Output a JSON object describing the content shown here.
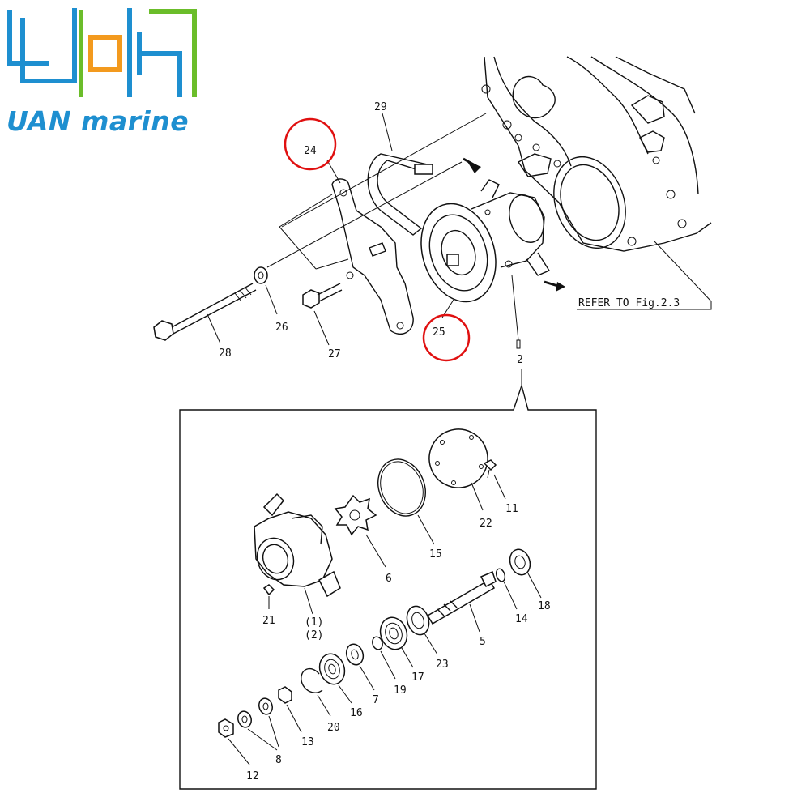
{
  "brand": {
    "name": "UAN marine",
    "color_blue": "#1e8fd0",
    "color_orange": "#f39a1e",
    "color_green": "#6bbd2a"
  },
  "refer_text": "REFER TO Fig.2.3",
  "highlight_color": "#e01010",
  "top_labels": {
    "p29": "29",
    "p24": "24",
    "p25": "25",
    "p26": "26",
    "p27": "27",
    "p28": "28",
    "p2": "2"
  },
  "detail_labels": {
    "p11": "11",
    "p22": "22",
    "p15": "15",
    "p6": "6",
    "p1": "(1)",
    "p1b": "(2)",
    "p21": "21",
    "p18": "18",
    "p14": "14",
    "p5": "5",
    "p23": "23",
    "p17": "17",
    "p19": "19",
    "p7": "7",
    "p16": "16",
    "p20": "20",
    "p13": "13",
    "p8": "8",
    "p12": "12"
  }
}
